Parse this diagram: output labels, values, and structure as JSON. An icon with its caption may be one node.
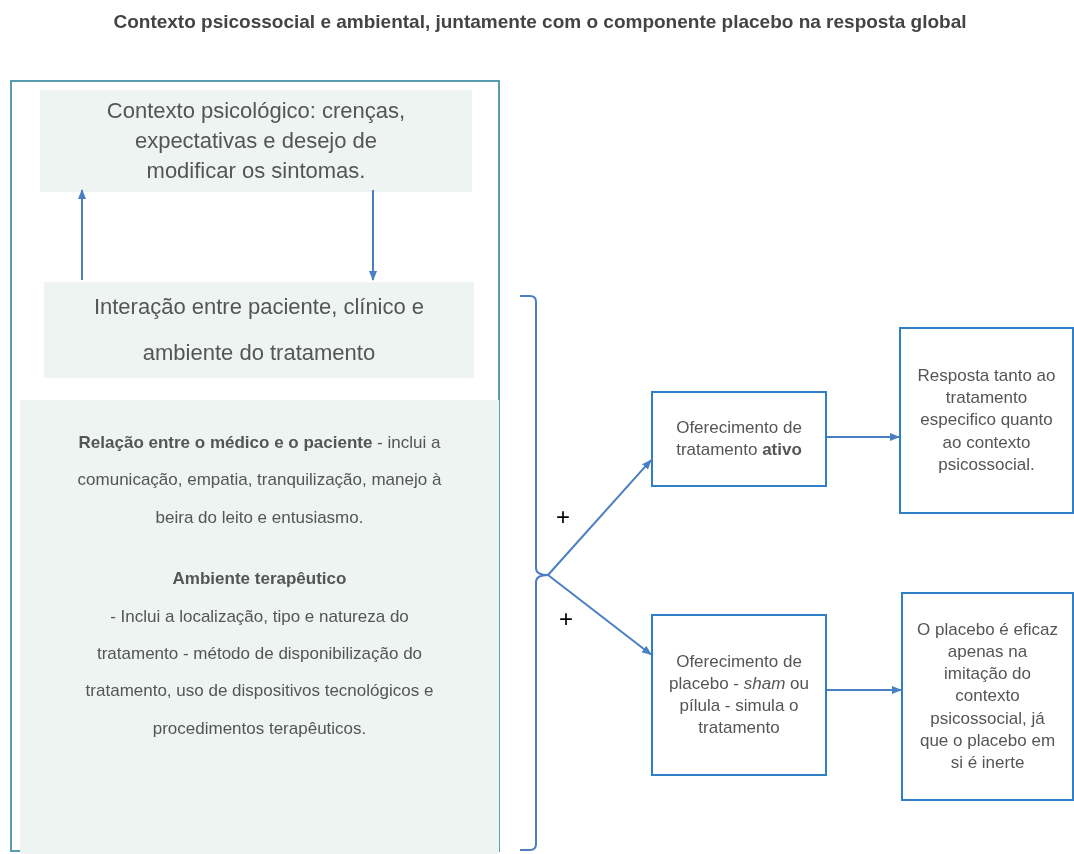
{
  "diagram": {
    "title": "Contexto psicossocial e ambiental, juntamente com o componente placebo na resposta global",
    "nodes": [
      {
        "text": [],
        "shape": "box"
      },
      {
        "text": [
          "Contexto psicológico: crenças, expectativas e desejo de modificar os sintomas."
        ],
        "in": 0
      },
      {
        "text": [
          "Interação entre paciente, clínico e ambiente do tratamento"
        ],
        "in": 0
      },
      {
        "text": [
          "**Relação entre o médico e o  paciente** - inclui a comunicação, empatia, tranquilização, manejo à beira do leito e entusiasmo.",
          "Ambiente terapêutico",
          "- Inclui a localização, tipo e natureza do tratamento -  método de disponibilização do tratamento,  uso de dispositivos tecnológicos e procedimentos terapêuticos."
        ],
        "in": 0
      },
      {
        "text": [
          "Oferecimento de tratamento **ativo**"
        ]
      },
      {
        "text": [
          "Oferecimento de placebo - *sham* ou pílula  - simula o tratamento"
        ]
      },
      {
        "text": [
          "Resposta tanto ao tratamento especifico quanto ao contexto psicossocial."
        ]
      },
      {
        "text": [
          "O placebo é eficaz apenas na imitação do contexto psicossocial, já que o placebo em si é inerte"
        ]
      },
      {
        "text": [],
        "shape": "bracket"
      }
    ],
    "edges": [
      {
        "from": 2,
        "to": 1,
        "arrow": "to"
      },
      {
        "from": 1,
        "to": 2,
        "arrow": "to"
      },
      {
        "from": 8,
        "to": 4,
        "arrow": "to",
        "label": "+"
      },
      {
        "from": 8,
        "to": 5,
        "arrow": "to",
        "label": "+"
      },
      {
        "from": 4,
        "to": 6,
        "arrow": "to"
      },
      {
        "from": 5,
        "to": 7,
        "arrow": "to"
      }
    ]
  }
}
